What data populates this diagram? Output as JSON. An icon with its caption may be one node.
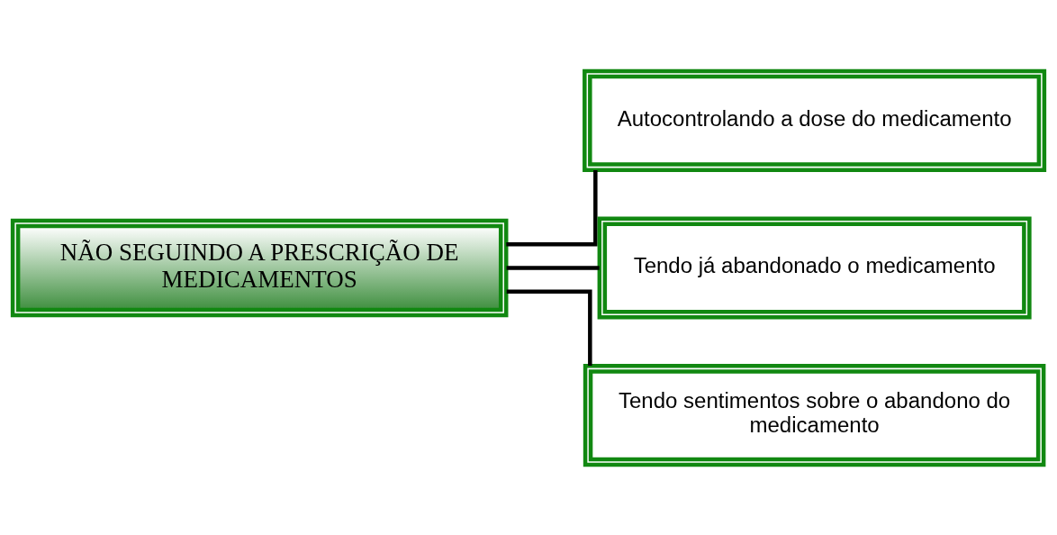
{
  "diagram": {
    "nodes": [
      {
        "text": [
          "NÃO SEGUINDO A PRESCRIÇÃO DE MEDICAMENTOS"
        ]
      },
      {
        "text": [
          "Autocontrolando a dose do medicamento"
        ]
      },
      {
        "text": [
          "Tendo já abandonado o medicamento"
        ]
      },
      {
        "text": [
          "Tendo sentimentos sobre o abandono do medicamento"
        ]
      }
    ],
    "edges": [
      {
        "from": 0,
        "to": 1,
        "arrow": "none"
      },
      {
        "from": 0,
        "to": 2,
        "arrow": "none"
      },
      {
        "from": 0,
        "to": 3,
        "arrow": "none"
      }
    ]
  }
}
